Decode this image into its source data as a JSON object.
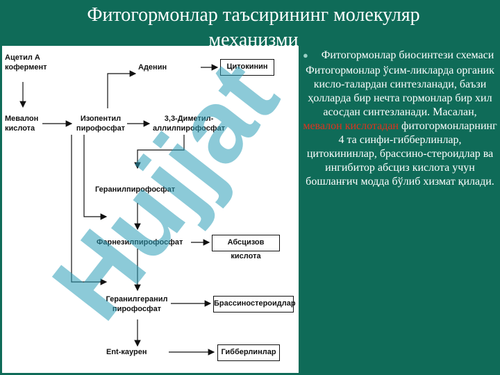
{
  "slide": {
    "title": "Фитогормонлар таъсирининг молекуляр механизми",
    "watermark": "Hujjat"
  },
  "diagram": {
    "nodes": {
      "acetyl": "Ацетил А кофермент",
      "adenin": "Аденин",
      "citokinin": "Цитокинин",
      "mevalon": "Мевалон кислота",
      "isopentil": "Изопентил пирофосфат",
      "dimetil": "3,3-Диметил-аллилпирофосфат",
      "geranil": "Геранилпирофосфат",
      "farnezil": "Фарнезилпирофосфат",
      "abscis": "Абсцизов кислота",
      "geranilgeranil": "Геранилгеранил пирофосфат",
      "brassino": "Брассиностероидлар",
      "ent": "Ent-каурен",
      "gibberellin": "Гибберлинлар"
    }
  },
  "text": {
    "bullet": "Фитогормонлар биосинтези схемаси",
    "para_before": "Фитогормонлар ўсим-ликларда органик кисло-талардан синтезланади, баъзи ҳолларда бир нечта гормонлар бир хил асосдан синтезланади. Масалан,",
    "highlight": "мевалон кислотадан",
    "para_after": "фитогормонларнинг 4 та синфи-гибберлинлар, цитокининлар, брассино-стероидлар ва ингибитор абсциз кислота учун бошланғич модда бўлиб хизмат қилади."
  },
  "colors": {
    "background": "#0f6b58",
    "highlight": "#e0331e",
    "watermark": "#2e9eb8"
  }
}
